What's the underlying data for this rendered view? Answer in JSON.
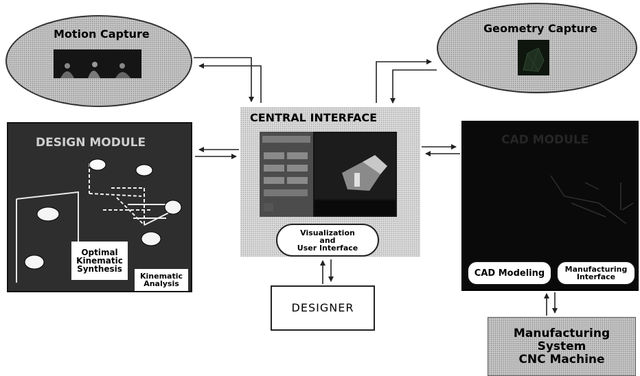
{
  "motion": {
    "title": "Motion Capture"
  },
  "geometry": {
    "title": "Geometry Capture"
  },
  "central": {
    "title": "CENTRAL INTERFACE"
  },
  "visualization": {
    "line1": "Visualization",
    "line2": "and",
    "line3": "User Interface"
  },
  "designer": {
    "label": "DESIGNER"
  },
  "design": {
    "title": "DESIGN MODULE",
    "optimal": {
      "line1": "Optimal",
      "line2": "Kinematic",
      "line3": "Synthesis"
    },
    "kinematic": {
      "line1": "Kinematic",
      "line2": "Analysis"
    }
  },
  "cad": {
    "title": "CAD MODULE",
    "modeling": "CAD Modeling",
    "mfg_iface1": "Manufacturing",
    "mfg_iface2": "Interface"
  },
  "manufacturing": {
    "line1": "Manufacturing",
    "line2": "System",
    "line3": "CNC Machine"
  },
  "colors": {
    "stipple": "#c8c8c8",
    "black_panel": "#0a0a0a",
    "line": "#222222"
  }
}
